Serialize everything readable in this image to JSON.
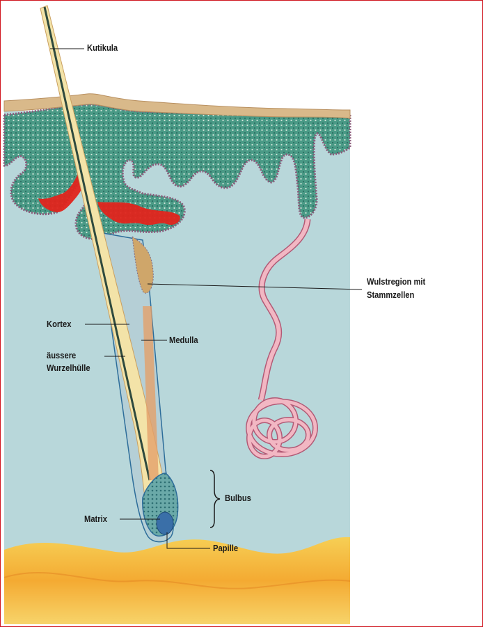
{
  "labels": {
    "kutikula": "Kutikula",
    "wulstregion_line1": "Wulstregion mit",
    "wulstregion_line2": "Stammzellen",
    "kortex": "Kortex",
    "medulla": "Medulla",
    "aussere_line1": "äussere",
    "aussere_line2": "Wurzelhülle",
    "bulbus": "Bulbus",
    "matrix": "Matrix",
    "papille": "Papille"
  },
  "colors": {
    "frame": "#d0141e",
    "dermis": "#b8d7da",
    "skin_surface": "#d9b98a",
    "epidermis": "#2f8f80",
    "sebaceous_gland": "#e0241c",
    "hair_shaft": "#f3e3a8",
    "sweat_duct": "#f2b7c3",
    "subcutis": "#f4b23c"
  }
}
